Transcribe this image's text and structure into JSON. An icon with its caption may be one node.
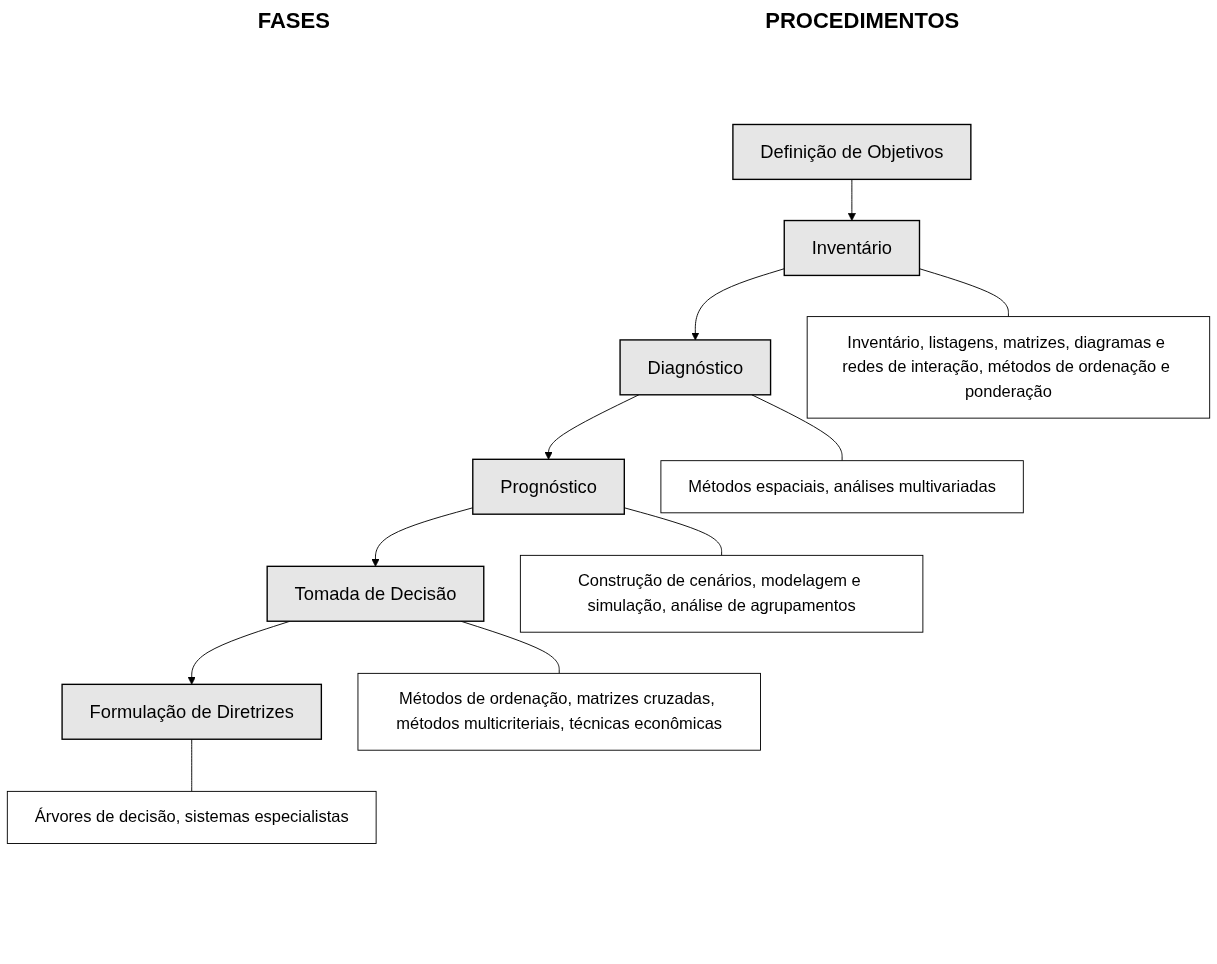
{
  "diagram": {
    "nodes": [
      {
        "text": [
          "Definição de Objetivos"
        ]
      },
      {
        "text": [
          "Inventário"
        ]
      },
      {
        "text": [
          "Diagnóstico"
        ]
      },
      {
        "text": [
          "Prognóstico"
        ]
      },
      {
        "text": [
          "Tomada de Decisão"
        ]
      },
      {
        "text": [
          "Formulação de Diretrizes"
        ]
      },
      {
        "text": [
          "Inventário, listagens, matrizes, diagramas e redes de interação, métodos de ordenação e ponderação"
        ]
      },
      {
        "text": [
          "Métodos espaciais, análises multivariadas"
        ]
      },
      {
        "text": [
          "Construção de cenários, modelagem e simulação, análise de agrupamentos"
        ]
      },
      {
        "text": [
          "Métodos de ordenação, matrizes cruzadas, métodos multicriteriais, técnicas econômicas"
        ]
      },
      {
        "text": [
          "Árvores de decisão, sistemas especialistas"
        ]
      }
    ],
    "edges": [
      {
        "from": 0,
        "to": 1,
        "arrow": "to"
      },
      {
        "from": 1,
        "to": 2,
        "arrow": "to"
      },
      {
        "from": 2,
        "to": 3,
        "arrow": "to"
      },
      {
        "from": 3,
        "to": 4,
        "arrow": "to"
      },
      {
        "from": 4,
        "to": 5,
        "arrow": "to"
      },
      {
        "from": 1,
        "to": 6,
        "arrow": "none"
      },
      {
        "from": 2,
        "to": 7,
        "arrow": "none"
      },
      {
        "from": 3,
        "to": 8,
        "arrow": "none"
      },
      {
        "from": 4,
        "to": 9,
        "arrow": "none"
      },
      {
        "from": 5,
        "to": 10,
        "arrow": "none"
      }
    ],
    "labels": [
      "FASES",
      "PROCEDIMENTOS"
    ]
  }
}
